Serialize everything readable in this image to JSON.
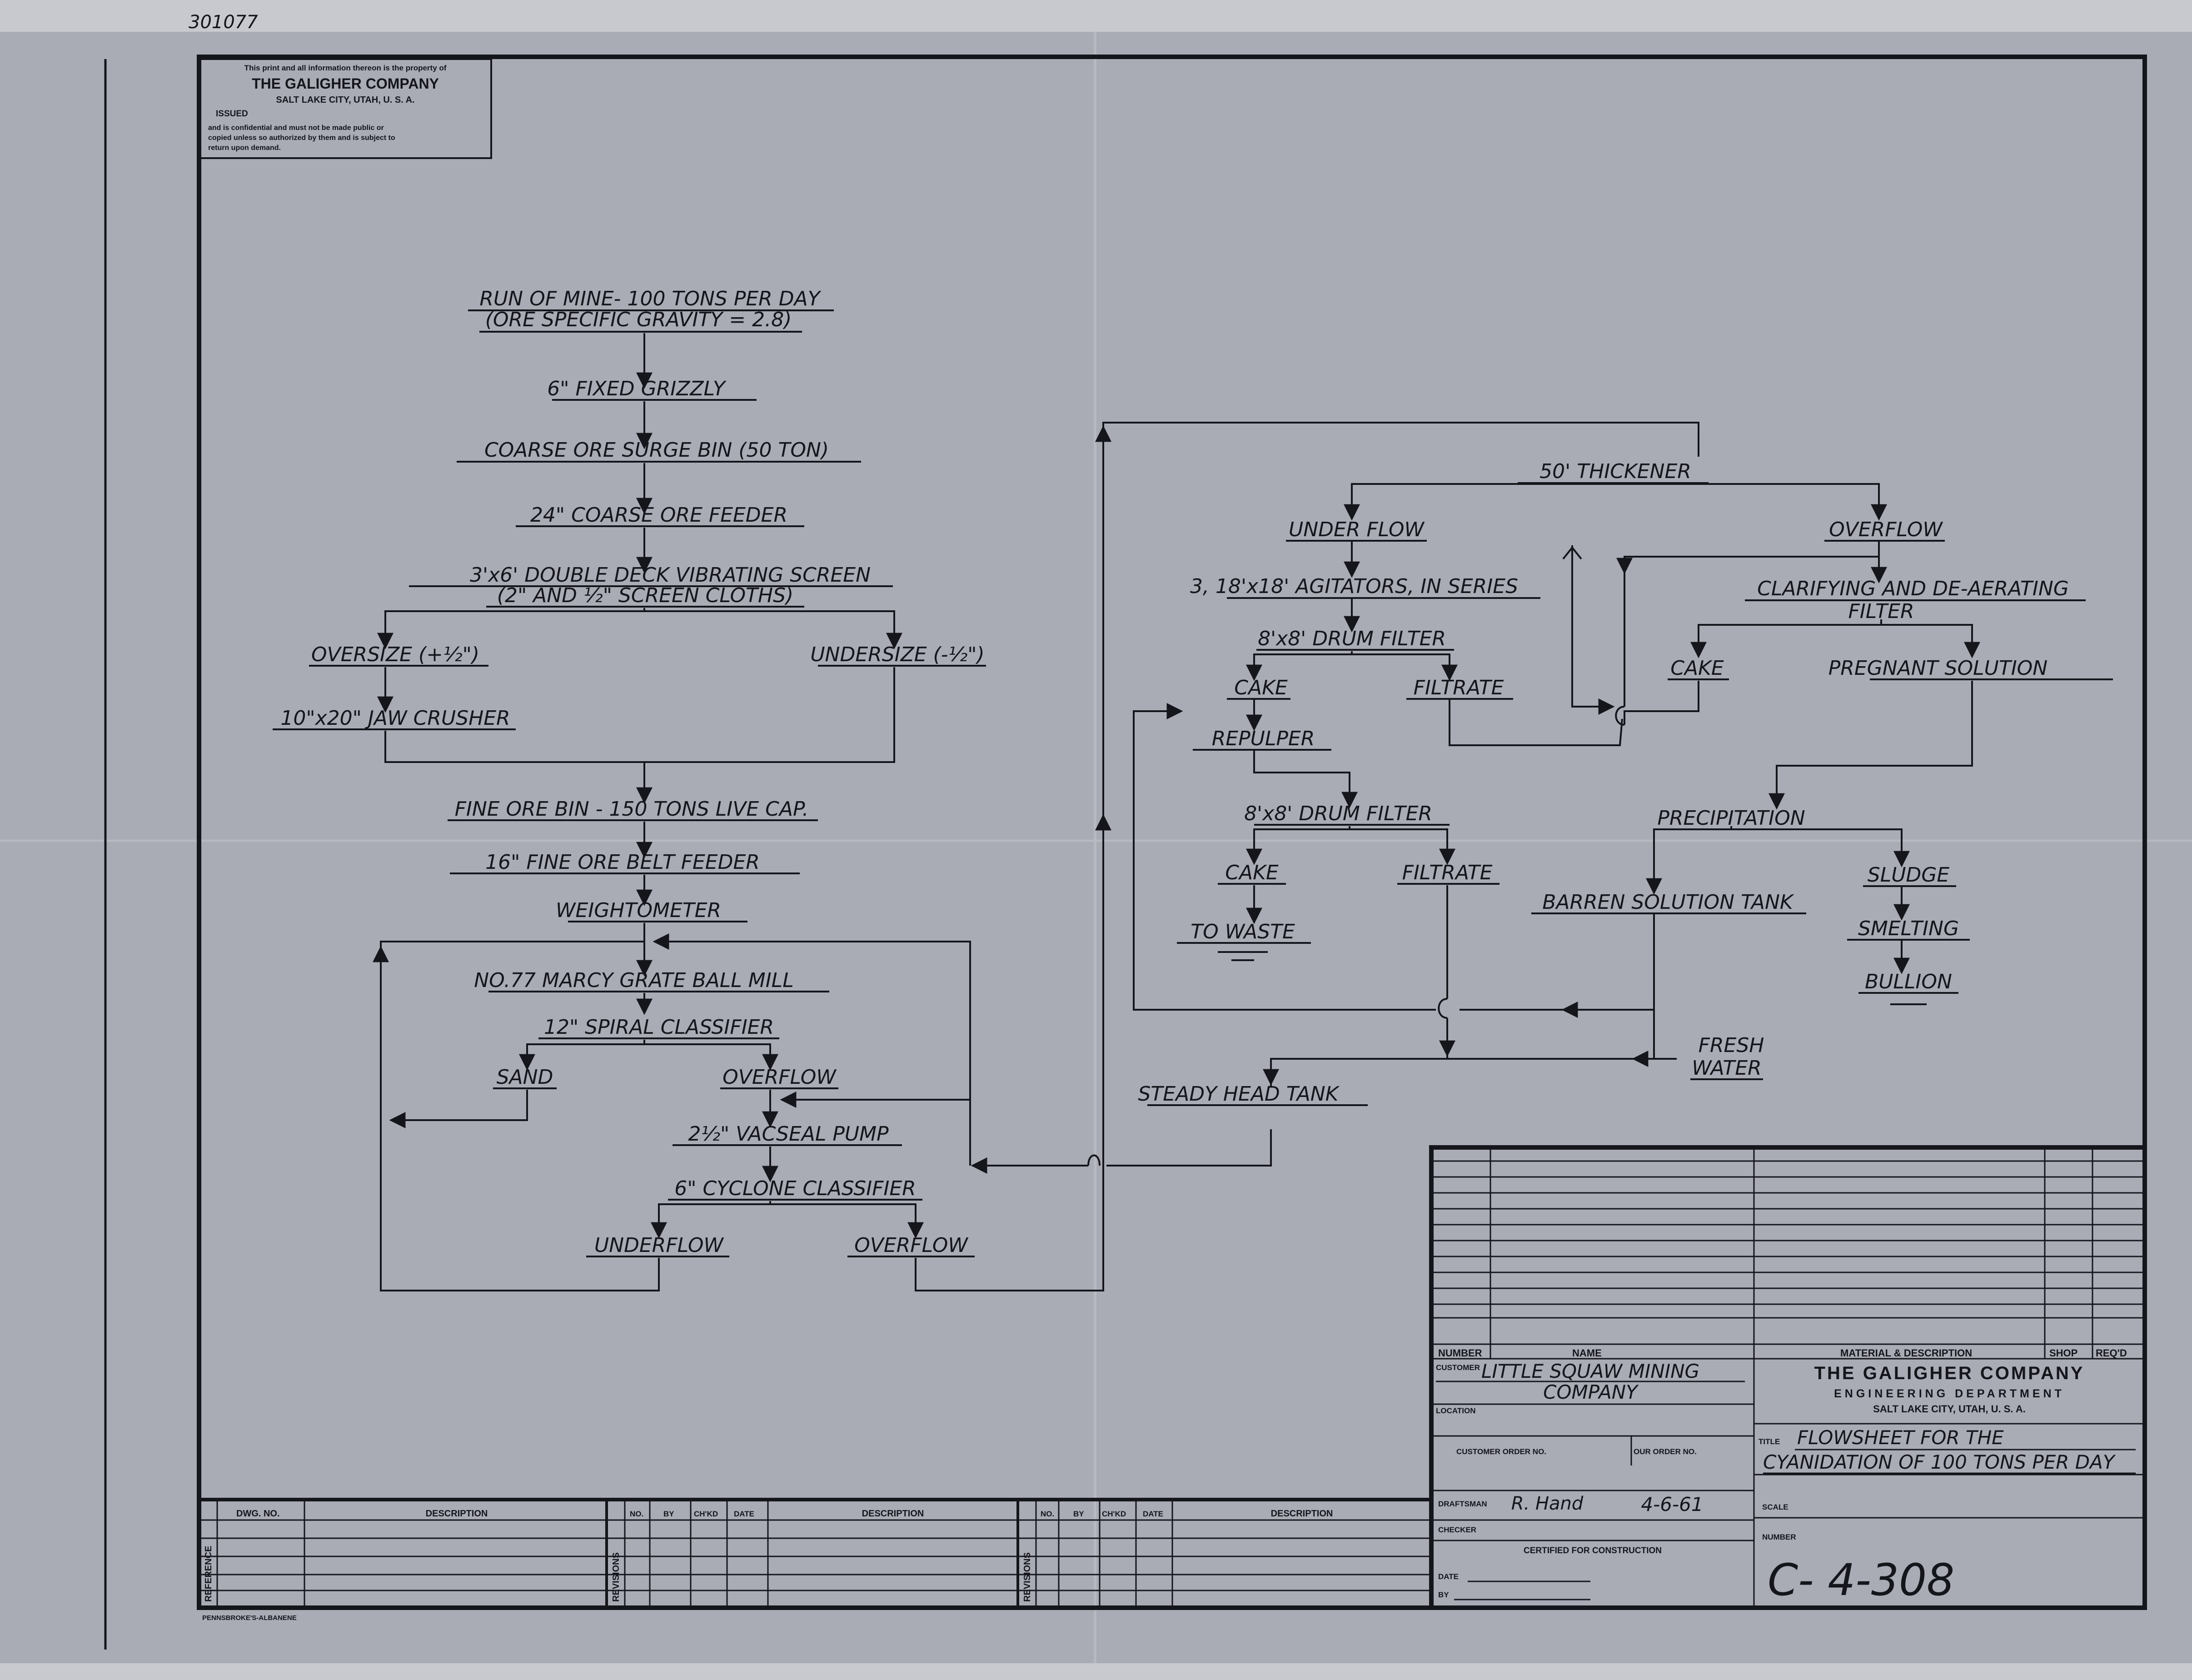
{
  "notice": {
    "line1": "This print and all information thereon is the property of",
    "company": "THE GALIGHER COMPANY",
    "city": "SALT LAKE CITY, UTAH, U. S. A.",
    "issued": "ISSUED",
    "line2": "and is confidential and must not be made public or",
    "line3": "copied unless so authorized by them and is subject to",
    "line4": "return upon demand."
  },
  "corner_mark": "301077",
  "flow": {
    "run_of_mine": "RUN OF MINE- 100 TONS PER DAY",
    "gravity": "(ORE SPECIFIC GRAVITY = 2.8)",
    "grizzly": "6\" FIXED GRIZZLY",
    "surge_bin": "COARSE ORE SURGE BIN (50 TON)",
    "coarse_feeder": "24\" COARSE ORE FEEDER",
    "screen": "3'x6' DOUBLE DECK VIBRATING SCREEN",
    "screen_cloths": "(2\" AND ½\" SCREEN CLOTHS)",
    "oversize": "OVERSIZE (+½\")",
    "undersize": "UNDERSIZE (-½\")",
    "jaw_crusher": "10\"x20\" JAW CRUSHER",
    "fine_bin": "FINE ORE BIN - 150 TONS LIVE CAP.",
    "belt_feeder": "16\" FINE ORE BELT FEEDER",
    "weightometer": "WEIGHTOMETER",
    "ball_mill": "NO.77 MARCY GRATE BALL MILL",
    "spiral": "12\" SPIRAL CLASSIFIER",
    "sand": "SAND",
    "spiral_overflow": "OVERFLOW",
    "pump": "2½\" VACSEAL PUMP",
    "cyclone": "6\" CYCLONE CLASSIFIER",
    "cyclone_underflow": "UNDERFLOW",
    "cyclone_overflow": "OVERFLOW",
    "thickener": "50' THICKENER",
    "thick_underflow": "UNDER FLOW",
    "thick_overflow": "OVERFLOW",
    "agitators": "3, 18'x18' AGITATORS, IN SERIES",
    "drum1": "8'x8' DRUM FILTER",
    "cake1": "CAKE",
    "filtrate1": "FILTRATE",
    "repulper": "REPULPER",
    "drum2": "8'x8' DRUM FILTER",
    "cake2": "CAKE",
    "filtrate2": "FILTRATE",
    "waste": "TO WASTE",
    "clarifying": "CLARIFYING AND DE-AERATING",
    "filter": "FILTER",
    "cake3": "CAKE",
    "pregnant": "PREGNANT SOLUTION",
    "precipitation": "PRECIPITATION",
    "barren": "BARREN SOLUTION TANK",
    "sludge": "SLUDGE",
    "smelting": "SMELTING",
    "bullion": "BULLION",
    "fresh": "FRESH",
    "water": "WATER",
    "steady_head": "STEADY HEAD TANK"
  },
  "title_block": {
    "number_hdr": "NUMBER",
    "name_hdr": "NAME",
    "material_hdr": "MATERIAL & DESCRIPTION",
    "shop_hdr": "SHOP",
    "reqd_hdr": "REQ'D",
    "customer_lbl": "CUSTOMER",
    "customer_1": "LITTLE SQUAW MINING",
    "customer_2": "COMPANY",
    "location_lbl": "LOCATION",
    "cust_order_lbl": "CUSTOMER ORDER NO.",
    "our_order_lbl": "OUR ORDER NO.",
    "draftsman_lbl": "DRAFTSMAN",
    "draftsman_sig": "R. Hand",
    "date_val": "4-6-61",
    "checker_lbl": "CHECKER",
    "certified_lbl": "CERTIFIED FOR CONSTRUCTION",
    "date_lbl": "DATE",
    "by_lbl": "BY",
    "company": "THE GALIGHER COMPANY",
    "dept": "ENGINEERING DEPARTMENT",
    "city": "SALT LAKE CITY, UTAH, U. S. A.",
    "title_lbl": "TITLE",
    "title_1": "FLOWSHEET FOR THE",
    "title_2": "CYANIDATION OF 100 TONS PER DAY",
    "scale_lbl": "SCALE",
    "number_lbl": "NUMBER",
    "drawing_no": "C- 4-308"
  },
  "bottom": {
    "reference": "REFERENCE",
    "dwg_no": "DWG. NO.",
    "description": "DESCRIPTION",
    "revisions": "REVISIONS",
    "no": "NO.",
    "by": "BY",
    "chkd": "CH'KD",
    "date": "DATE",
    "maker": "PENNSBROKE'S-ALBANENE"
  }
}
